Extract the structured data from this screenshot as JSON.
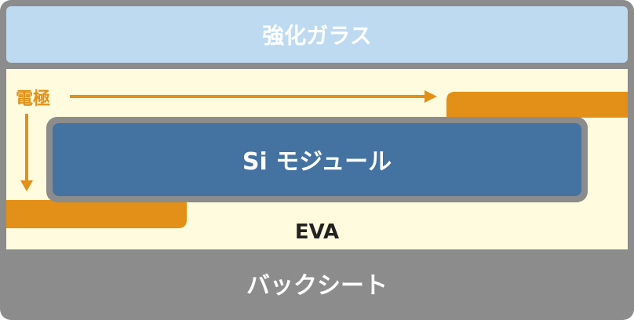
{
  "layers": {
    "glass": "強化ガラス",
    "electrode": "電極",
    "module": "Si モジュール",
    "eva": "EVA",
    "backsheet": "バックシート"
  },
  "colors": {
    "frame": "#8c8c8c",
    "glass": "#bddaf1",
    "eva": "#fefbdf",
    "electrode": "#e39018",
    "module": "#4472a1",
    "module_border": "#8c8c8c",
    "eva_text": "#222222",
    "light_text": "#ffffff"
  }
}
